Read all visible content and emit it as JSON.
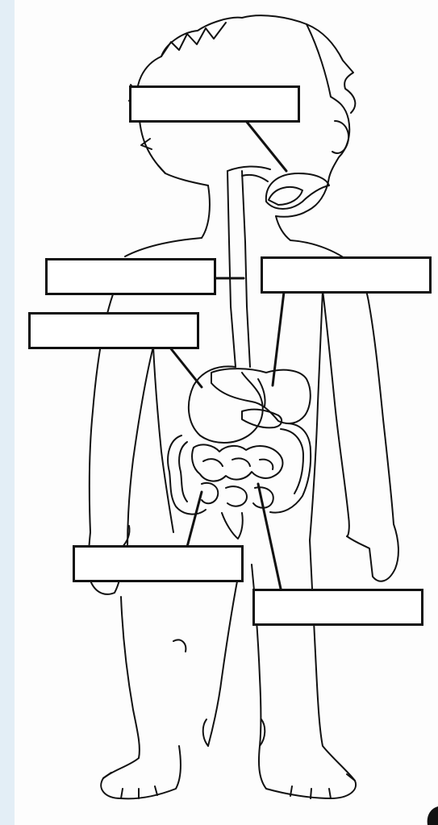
{
  "worksheet": {
    "boxes": [
      {
        "id": "box-mouth",
        "value": ""
      },
      {
        "id": "box-esophagus",
        "value": ""
      },
      {
        "id": "box-liver",
        "value": ""
      },
      {
        "id": "box-stomach",
        "value": ""
      },
      {
        "id": "box-small-intestine",
        "value": ""
      },
      {
        "id": "box-large-intestine",
        "value": ""
      }
    ]
  },
  "colors": {
    "paper": "#fdfdfd",
    "line": "#111111",
    "margin": "#e3eef6"
  }
}
